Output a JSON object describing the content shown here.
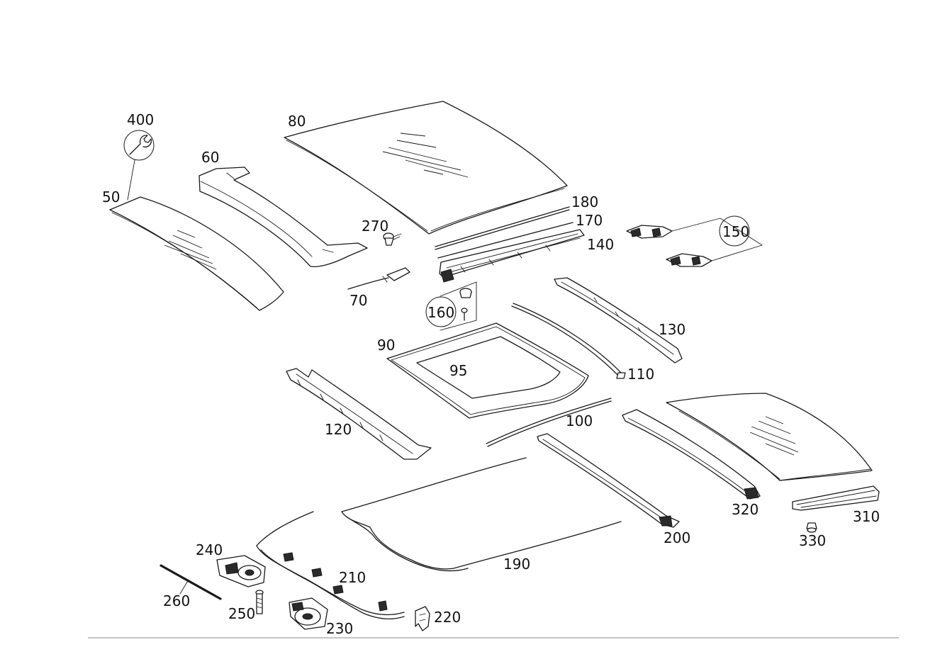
{
  "labels": {
    "p400": "400",
    "p80": "80",
    "p60": "60",
    "p50": "50",
    "p270": "270",
    "p180": "180",
    "p170": "170",
    "p150": "150",
    "p140": "140",
    "p70": "70",
    "p160": "160",
    "p130": "130",
    "p90": "90",
    "p95": "95",
    "p110": "110",
    "p120": "120",
    "p100": "100",
    "p320": "320",
    "p310": "310",
    "p330": "330",
    "p200": "200",
    "p190": "190",
    "p240": "240",
    "p210": "210",
    "p260": "260",
    "p250": "250",
    "p230": "230",
    "p220": "220"
  },
  "icons": {
    "tool": "wrench-icon"
  },
  "colors": {
    "line": "#1a1a1a",
    "background": "#ffffff"
  }
}
